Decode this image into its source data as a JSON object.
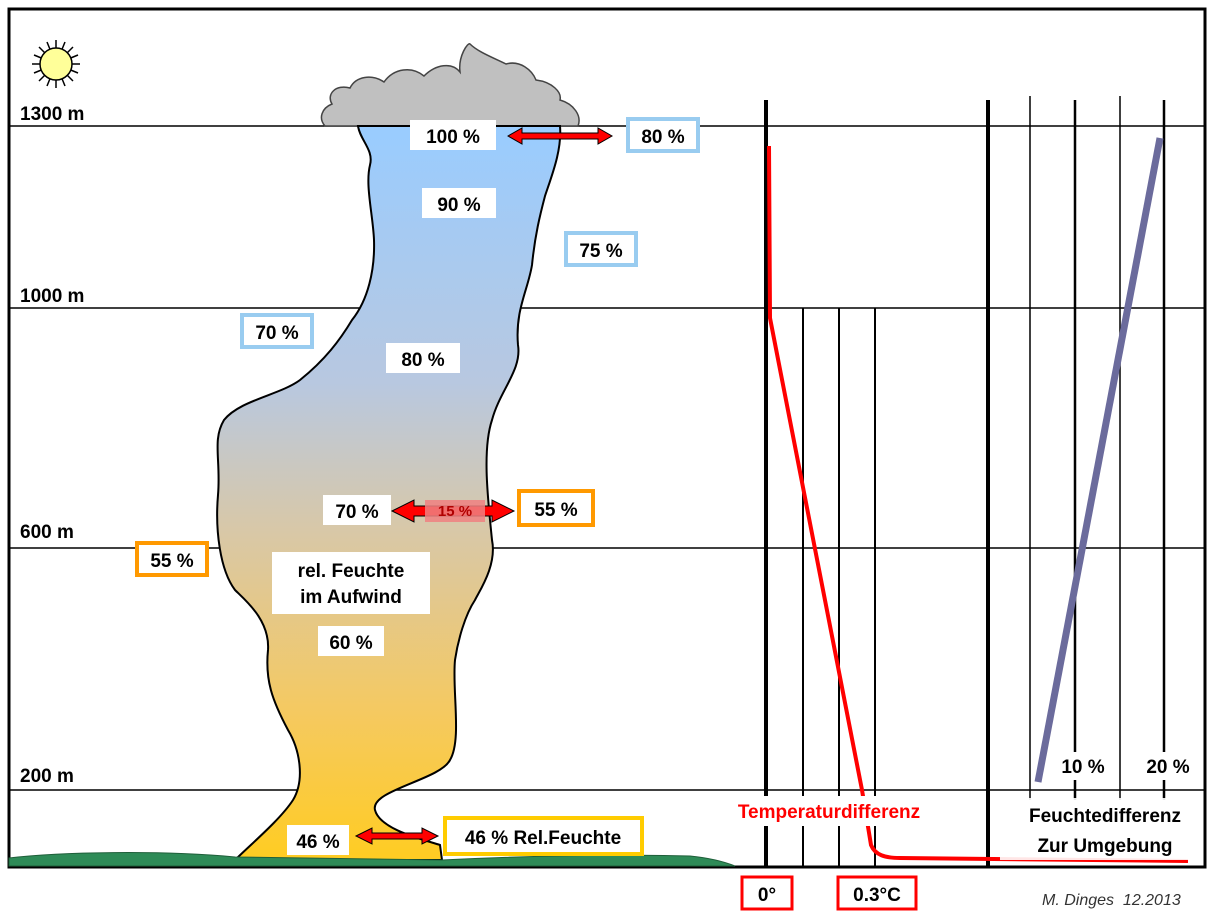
{
  "altitudes": {
    "m1300": "1300 m",
    "m1000": "1000 m",
    "m600": "600 m",
    "m200": "200 m"
  },
  "updraft": {
    "top_humidity": "100 %",
    "h90": "90 %",
    "h80": "80 %",
    "h70": "70 %",
    "h60": "60 %",
    "bottom_humidity": "46 %",
    "label_line1": "rel. Feuchte",
    "label_line2": "im Aufwind",
    "difference": "15 %"
  },
  "environment": {
    "top": "80 %",
    "h75": "75 %",
    "h70": "70 %",
    "h55_right": "55 %",
    "h55_left": "55 %",
    "ground": "46 % Rel.Feuchte"
  },
  "temperature_panel": {
    "title": "Temperaturdifferenz",
    "tick_zero": "0°",
    "tick_03": "0.3°C"
  },
  "humidity_panel": {
    "title_line1": "Feuchtedifferenz",
    "title_line2": "Zur Umgebung",
    "tick_10": "10 %",
    "tick_20": "20 %"
  },
  "credit": "M. Dinges  12.2013",
  "colors": {
    "frame": "#000000",
    "temperature_curve": "#ff0000",
    "humidity_line": "#6b6b9c",
    "cloud": "#c0c0c0",
    "ground": "#2e8b57",
    "updraft_top": "#99ccff",
    "updraft_bottom": "#ffcc33",
    "box_blue": "#99ccf0",
    "box_orange": "#ff9900",
    "box_yellow": "#ffcc00",
    "box_red": "#ff0000"
  },
  "icons": [
    "sun-icon",
    "cloud-icon",
    "double-arrow-icon"
  ]
}
